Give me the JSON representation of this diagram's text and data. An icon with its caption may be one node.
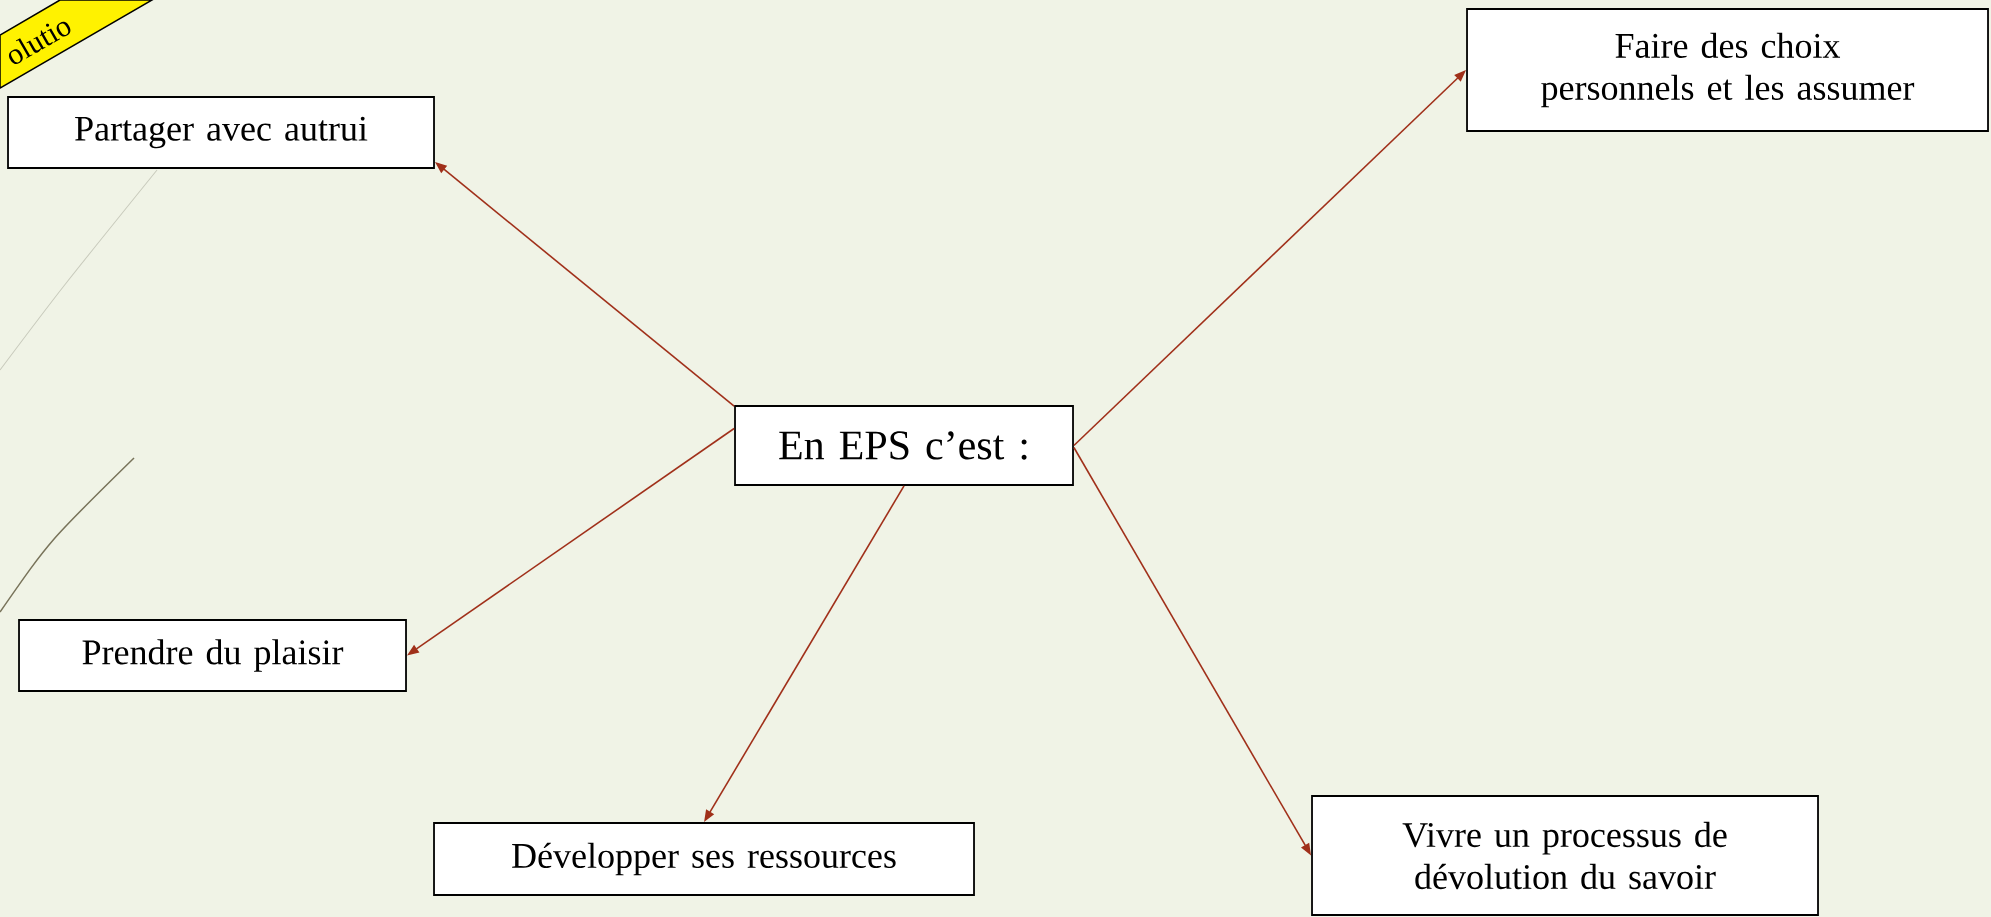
{
  "diagram": {
    "nodes": [
      {
        "text": [
          "En EPS c’est :"
        ]
      },
      {
        "text": [
          "Partager avec autrui"
        ]
      },
      {
        "text": [
          "Faire des choix personnels et les assumer"
        ]
      },
      {
        "text": [
          "Prendre du plaisir"
        ]
      },
      {
        "text": [
          "Développer ses ressources"
        ]
      },
      {
        "text": [
          "Vivre un processus de dévolution du savoir"
        ]
      }
    ],
    "edges": [
      {
        "from": 0,
        "to": 1,
        "arrow": "to"
      },
      {
        "from": 0,
        "to": 2,
        "arrow": "to"
      },
      {
        "from": 0,
        "to": 3,
        "arrow": "to"
      },
      {
        "from": 0,
        "to": 4,
        "arrow": "to"
      },
      {
        "from": 0,
        "to": 5,
        "arrow": "to"
      }
    ],
    "labels": [
      "olutio"
    ]
  }
}
